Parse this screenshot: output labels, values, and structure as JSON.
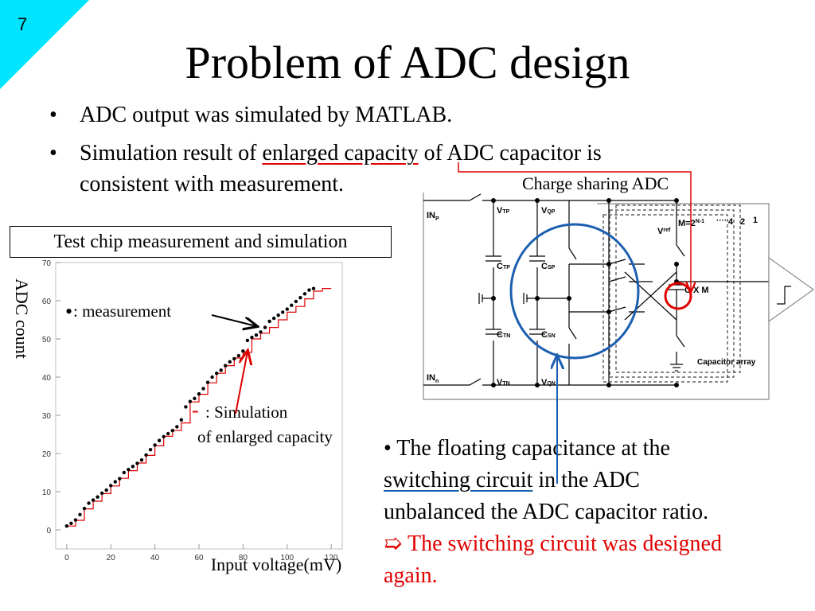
{
  "slide": {
    "number": "7",
    "title": "Problem of ADC design",
    "corner_color": "#00e5ff"
  },
  "bullets": [
    {
      "marker": "•",
      "text": "ADC output was simulated by MATLAB."
    },
    {
      "marker": "•",
      "text_before": "Simulation result of ",
      "underlined": "enlarged capacity",
      "text_after": " of ADC capacitor is",
      "line2": "consistent with measurement."
    }
  ],
  "chart_label": "Test chip measurement and  simulation",
  "chart_data": {
    "type": "scatter",
    "ylabel": "ADC count",
    "xlabel": "Input voltage(mV)",
    "xlim": [
      -5,
      125
    ],
    "ylim": [
      -5,
      70
    ],
    "x_ticks": [
      "0",
      "20",
      "40",
      "60",
      "80",
      "100",
      "120"
    ],
    "y_ticks": [
      "0",
      "10",
      "20",
      "30",
      "40",
      "50",
      "60",
      "70"
    ],
    "legend": {
      "measurement_marker": "•",
      "measurement_label": ": measurement",
      "simulation_marker": "-",
      "simulation_label_line1": ": Simulation",
      "simulation_label_line2": "of enlarged capacity"
    },
    "series": [
      {
        "role": "measurement",
        "x": [
          0,
          2,
          4,
          6,
          8,
          10,
          12,
          14,
          16,
          18,
          20,
          22,
          24,
          26,
          28,
          30,
          32,
          34,
          36,
          38,
          40,
          42,
          44,
          46,
          48,
          50,
          52,
          54,
          56,
          58,
          60,
          62,
          64,
          66,
          68,
          70,
          72,
          74,
          76,
          78,
          80,
          82,
          84,
          86,
          88,
          90,
          92,
          94,
          96,
          98,
          100,
          102,
          104,
          106,
          108,
          110,
          112
        ],
        "y": [
          1,
          1.7,
          2.6,
          4,
          5.6,
          7,
          7.8,
          8.6,
          9.6,
          10.4,
          11.6,
          12.6,
          13.4,
          15,
          15.8,
          16.6,
          17.4,
          18.3,
          19.6,
          21,
          22.2,
          23.4,
          24.4,
          25.2,
          26,
          27,
          28.8,
          32.2,
          33.6,
          34.4,
          35.6,
          37,
          38.6,
          40,
          41,
          41.8,
          43,
          44,
          44.8,
          45.6,
          46.8,
          49.6,
          50.4,
          51,
          51.8,
          53,
          54.6,
          55.4,
          56.2,
          57,
          57.8,
          58.8,
          59.8,
          60.8,
          61.8,
          62.8,
          63.2
        ]
      },
      {
        "role": "simulation",
        "x": [
          0,
          4,
          8,
          12,
          16,
          20,
          24,
          28,
          32,
          36,
          40,
          44,
          48,
          52,
          56,
          60,
          64,
          68,
          72,
          76,
          80,
          84,
          88,
          92,
          96,
          100,
          104,
          108,
          112,
          116,
          120
        ],
        "y": [
          1,
          2.5,
          5.5,
          7.5,
          9.5,
          11.5,
          13.5,
          15.5,
          17.5,
          19.5,
          22,
          24.5,
          26,
          28,
          33.5,
          35.5,
          38.5,
          41,
          43,
          45,
          46.5,
          50,
          51.5,
          53,
          55,
          57,
          58.5,
          60.5,
          62.5,
          63.2,
          63.2
        ]
      }
    ]
  },
  "circuit": {
    "title": "Charge sharing ADC",
    "in_p": "IN",
    "in_p_sub": "P",
    "in_n": "IN",
    "in_n_sub": "n",
    "vtp": "V",
    "vtp_sub": "TP",
    "vqp": "V",
    "vqp_sub": "QP",
    "vtn": "V",
    "vtn_sub": "TN",
    "vqn": "V",
    "vqn_sub": "QN",
    "ctp": "C",
    "ctp_sub": "TP",
    "csp": "C",
    "csp_sub": "SP",
    "ctn": "C",
    "ctn_sub": "TN",
    "csn": "C",
    "csn_sub": "SN",
    "vref": "V",
    "vref_sub": "ref",
    "m_label": "M=2",
    "m_sup": "N-1",
    "stack_dots": "····",
    "stack_4": "4",
    "stack_2": "2",
    "stack_1": "1",
    "cxm": "C X M",
    "cap_array": "Capacitor array",
    "highlight_blue": "#1c5fb0",
    "highlight_red": "#e00000"
  },
  "bottom": {
    "line1": "• The floating capacitance at the",
    "line2_underlined": "switching circuit",
    "line2_rest": " in the ADC",
    "line3": "unbalanced the ADC capacitor ratio.",
    "arrow_glyph": "➯",
    "red_line1": " The switching circuit was designed",
    "red_line2": "again."
  }
}
